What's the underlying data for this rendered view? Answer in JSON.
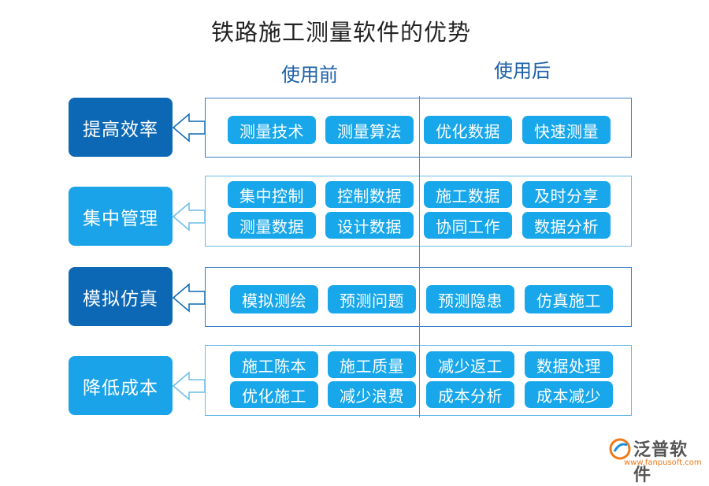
{
  "title": "铁路施工测量软件的优势",
  "columns": {
    "before": "使用前",
    "after": "使用后"
  },
  "rows": [
    {
      "label": "提高效率",
      "before": [
        "测量技术",
        "测量算法"
      ],
      "after": [
        "优化数据",
        "快速测量"
      ]
    },
    {
      "label": "集中管理",
      "before": [
        "集中控制",
        "控制数据",
        "测量数据",
        "设计数据"
      ],
      "after": [
        "施工数据",
        "及时分享",
        "协同工作",
        "数据分析"
      ]
    },
    {
      "label": "模拟仿真",
      "before": [
        "模拟测绘",
        "预测问题"
      ],
      "after": [
        "预测隐患",
        "仿真施工"
      ]
    },
    {
      "label": "降低成本",
      "before": [
        "施工陈本",
        "施工质量",
        "优化施工",
        "减少浪费"
      ],
      "after": [
        "减少返工",
        "数据处理",
        "成本分析",
        "成本减少"
      ]
    }
  ],
  "logo": {
    "name": "泛普软件",
    "url": "www.fanpusoft.com"
  },
  "colors": {
    "dark_label": "#0c68b4",
    "light_label": "#1aa3e8",
    "pill": "#17a7ea",
    "border": "#3a7fc6"
  }
}
